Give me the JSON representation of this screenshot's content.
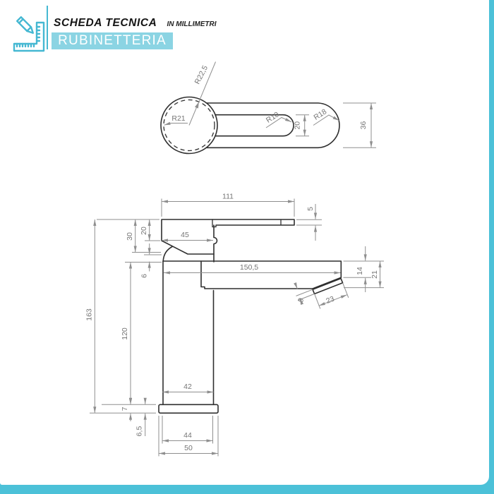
{
  "header": {
    "title": "SCHEDA TECNICA",
    "units_note": "IN MILLIMETRI",
    "category": "RUBINETTERIA",
    "accent_color": "#45b8d2",
    "band_color": "#8bd4e3"
  },
  "drawing": {
    "units": "mm",
    "line_color": "#2f2f2f",
    "dimension_color": "#8f8f8f",
    "views": [
      "top view of handle",
      "front view of basin mixer tap"
    ],
    "dims": {
      "top_radius_outer": "R22,5",
      "top_radius_inner": "R21",
      "slot_radius": "R10",
      "end_radius": "R18",
      "slot_width": "20",
      "handle_width": "36",
      "lever_length": "111",
      "lever_thickness": "5",
      "body_width": "45",
      "body_upper_height": "20",
      "body_height": "30",
      "neck_height": "6",
      "spout_length": "150,5",
      "spout_end_height": "14",
      "spout_total_drop": "21",
      "aerator_height": "9",
      "aerator_length": "23",
      "total_height": "163",
      "column_height": "120",
      "column_width": "42",
      "base_height": "7",
      "base_thickness": "6,5",
      "base_inner_width": "44",
      "base_width": "50"
    }
  }
}
